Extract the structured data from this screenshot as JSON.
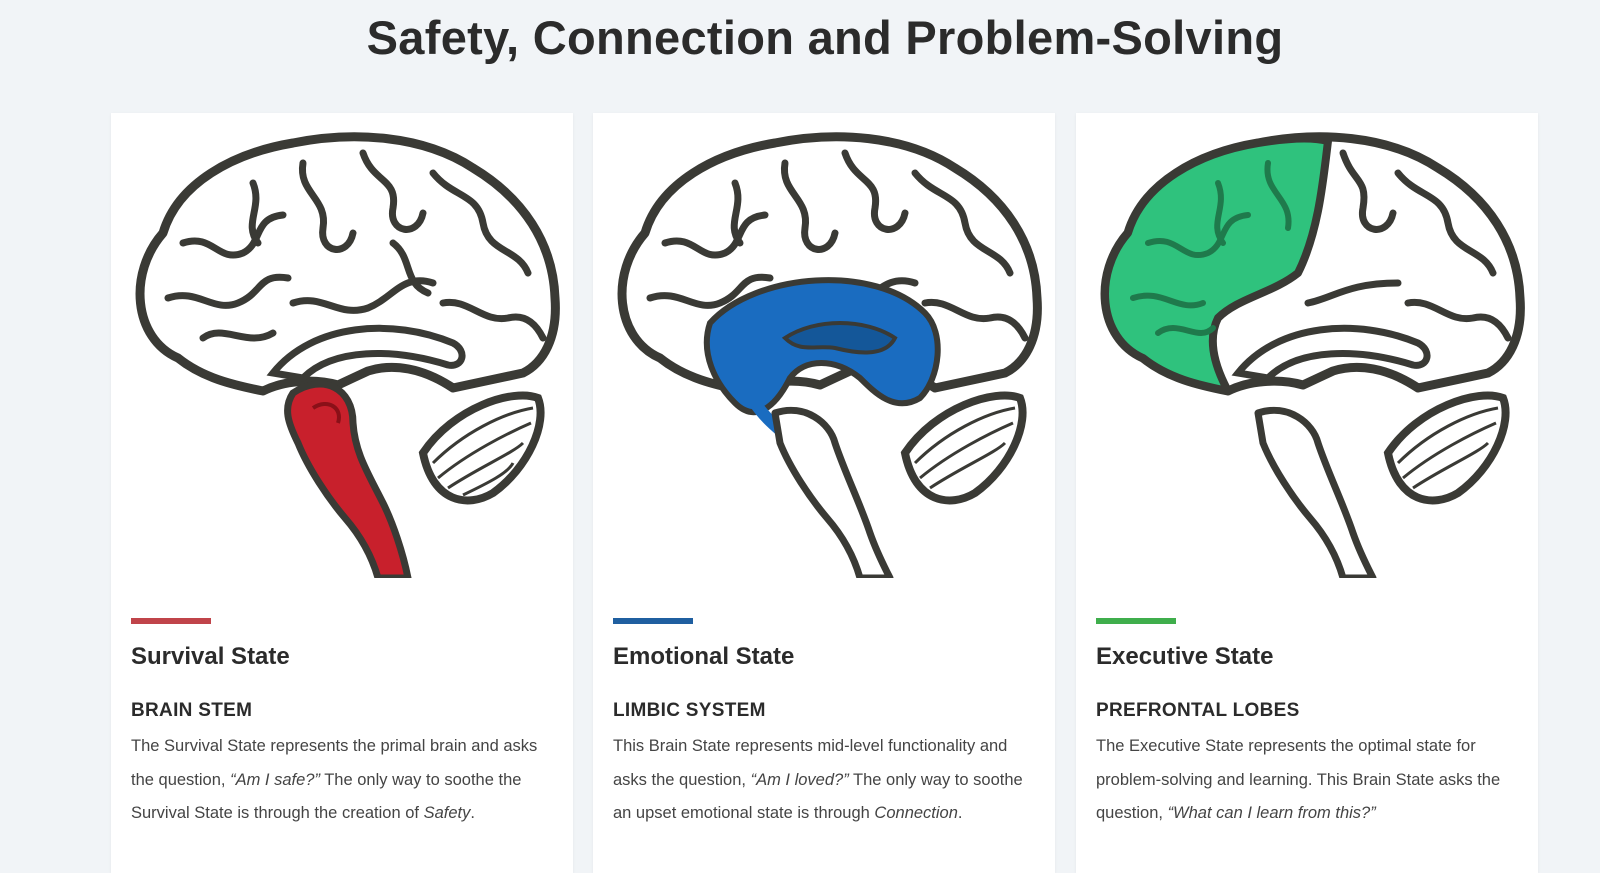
{
  "page": {
    "title": "Safety, Connection and Problem-Solving"
  },
  "cards": [
    {
      "state_title": "Survival State",
      "region_label": "BRAIN STEM",
      "accent_color": "#c0444a",
      "region_color": "#c8202c",
      "highlight": "brain-stem",
      "description": {
        "part1": "The Survival State represents the primal brain and asks the question, ",
        "question": "“Am I safe?”",
        "part2": " The only way to soothe the Survival State is through the creation of ",
        "keyword": "Safety",
        "part3": "."
      }
    },
    {
      "state_title": "Emotional State",
      "region_label": "LIMBIC SYSTEM",
      "accent_color": "#1f5fa0",
      "region_color": "#1a6cc0",
      "highlight": "limbic-system",
      "description": {
        "part1": "This Brain State represents mid-level functionality and asks the question, ",
        "question": "“Am I loved?”",
        "part2": " The only way to soothe an upset emotional state is through ",
        "keyword": "Connection",
        "part3": "."
      }
    },
    {
      "state_title": "Executive State",
      "region_label": "PREFRONTAL LOBES",
      "accent_color": "#3fae4c",
      "region_color": "#2fc27d",
      "highlight": "prefrontal-lobes",
      "description": {
        "part1": "The Executive State represents the optimal state for problem-solving and learning. This Brain State asks the question, ",
        "question": "“What can I learn from this?”",
        "part2": "",
        "keyword": "",
        "part3": ""
      }
    }
  ]
}
